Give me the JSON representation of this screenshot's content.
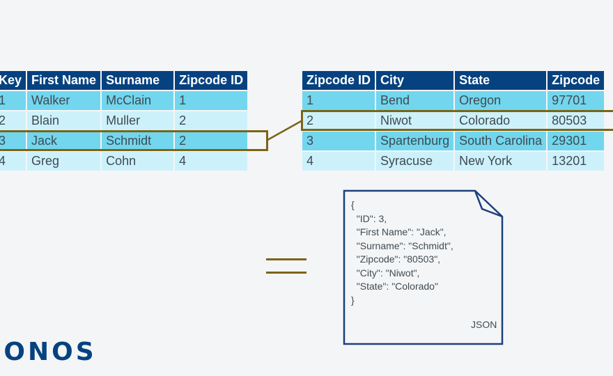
{
  "left_table": {
    "headers": [
      "Key",
      "First Name",
      "Surname",
      "Zipcode ID"
    ],
    "rows": [
      [
        "1",
        "Walker",
        "McClain",
        "1"
      ],
      [
        "2",
        "Blain",
        "Muller",
        "2"
      ],
      [
        "3",
        "Jack",
        "Schmidt",
        "2"
      ],
      [
        "4",
        "Greg",
        "Cohn",
        "4"
      ]
    ]
  },
  "right_table": {
    "headers": [
      "Zipcode ID",
      "City",
      "State",
      "Zipcode"
    ],
    "rows": [
      [
        "1",
        "Bend",
        "Oregon",
        "97701"
      ],
      [
        "2",
        "Niwot",
        "Colorado",
        "80503"
      ],
      [
        "3",
        "Spartenburg",
        "South Carolina",
        "29301"
      ],
      [
        "4",
        "Syracuse",
        "New York",
        "13201"
      ]
    ]
  },
  "json_doc": {
    "lines": [
      "{",
      "  \"ID\": 3,",
      "  \"First Name\": \"Jack\",",
      "  \"Surname\": \"Schmidt\",",
      "  \"Zipcode\": \"80503\",",
      "  \"City\": \"Niwot\",",
      "  \"State\": \"Colorado\"",
      "}"
    ],
    "label": "JSON"
  },
  "logo": {
    "text": "IONOS"
  },
  "colors": {
    "header_bg": "#064280",
    "row_dark": "#72d6ee",
    "row_light": "#cdf1fb",
    "highlight": "#7b6415",
    "doc_border": "#1c3f7c"
  }
}
